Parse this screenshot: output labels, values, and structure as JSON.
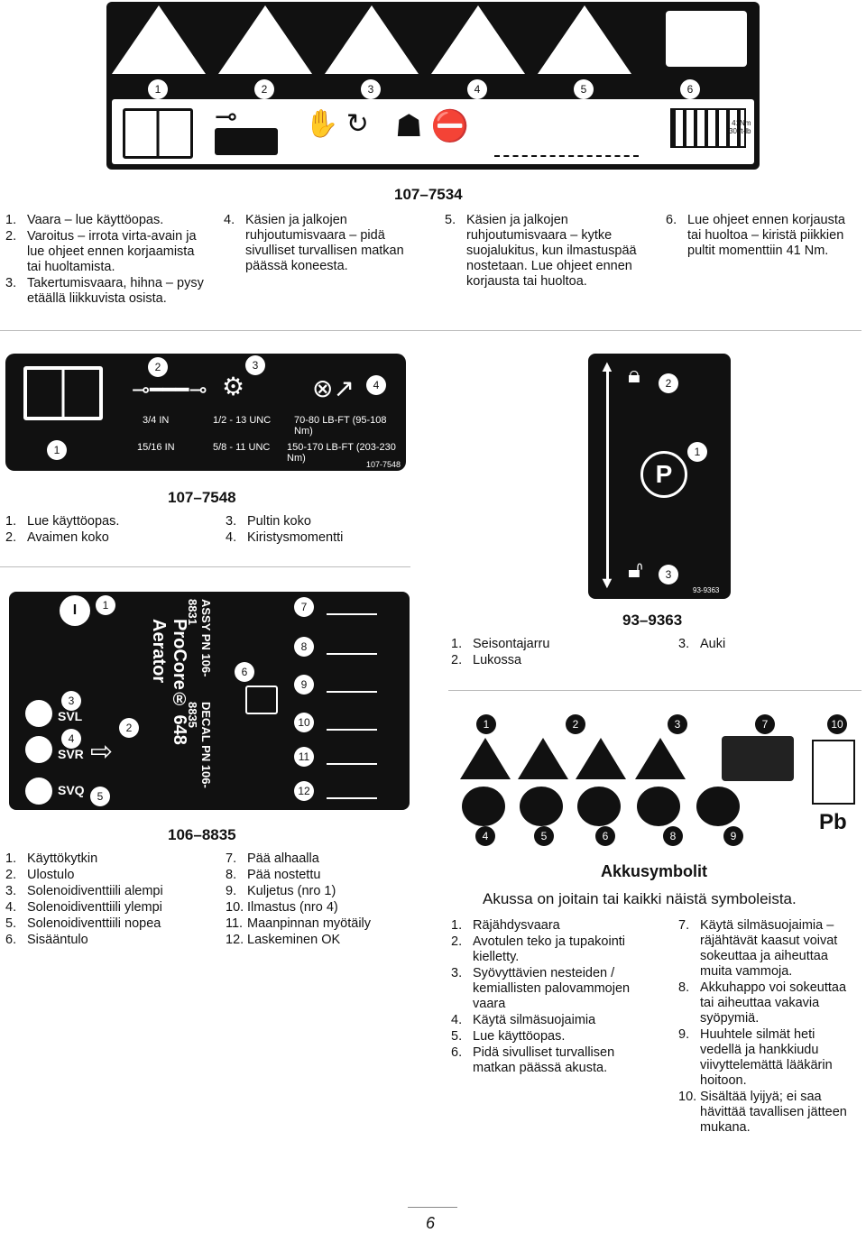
{
  "decal_107_7534": {
    "id": "107–7534",
    "numbers": [
      "1",
      "2",
      "3",
      "4",
      "5",
      "6"
    ],
    "torque_label_1": "41Nm",
    "torque_label_2": "30 ft-lb",
    "part_code": "107-7534",
    "items_col1": [
      {
        "n": "1.",
        "t": "Vaara – lue käyttöopas."
      },
      {
        "n": "2.",
        "t": "Varoitus – irrota virta-avain ja lue ohjeet ennen korjaamista tai huoltamista."
      },
      {
        "n": "3.",
        "t": "Takertumisvaara, hihna – pysy etäällä liikkuvista osista."
      }
    ],
    "items_col2": [
      {
        "n": "4.",
        "t": "Käsien ja jalkojen ruhjoutumisvaara – pidä sivulliset turvallisen matkan päässä koneesta."
      }
    ],
    "items_col3": [
      {
        "n": "5.",
        "t": "Käsien ja jalkojen ruhjoutumisvaara – kytke suojalukitus, kun ilmastuspää nostetaan. Lue ohjeet ennen korjausta tai huoltoa."
      }
    ],
    "items_col4": [
      {
        "n": "6.",
        "t": "Lue ohjeet ennen korjausta tai huoltoa – kiristä piikkien pultit momenttiin 41 Nm."
      }
    ]
  },
  "decal_107_7548": {
    "id": "107–7548",
    "numbers": [
      "1",
      "2",
      "3",
      "4"
    ],
    "row1": {
      "size": "3/4 IN",
      "bolt": "1/2 - 13 UNC",
      "torque": "70-80 LB-FT (95-108 Nm)"
    },
    "row2": {
      "size": "15/16 IN",
      "bolt": "5/8 - 11 UNC",
      "torque": "150-170 LB-FT (203-230 Nm)"
    },
    "part_code": "107-7548",
    "items_left": [
      {
        "n": "1.",
        "t": "Lue käyttöopas."
      },
      {
        "n": "2.",
        "t": "Avaimen koko"
      }
    ],
    "items_right": [
      {
        "n": "3.",
        "t": "Pultin koko"
      },
      {
        "n": "4.",
        "t": "Kiristysmomentti"
      }
    ]
  },
  "decal_93_9363": {
    "id": "93–9363",
    "numbers": [
      "2",
      "1",
      "3"
    ],
    "part_code": "93-9363",
    "items_left": [
      {
        "n": "1.",
        "t": "Seisontajarru"
      },
      {
        "n": "2.",
        "t": "Lukossa"
      }
    ],
    "items_right": [
      {
        "n": "3.",
        "t": "Auki"
      }
    ]
  },
  "decal_106_8835": {
    "id": "106–8835",
    "brand": "ProCore® 648 Aerator",
    "assy": "ASSY PN 106-8831",
    "decal_pn": "DECAL PN 106-8835",
    "labels": {
      "svl": "SVL",
      "svr": "SVR",
      "svq": "SVQ",
      "i": "I"
    },
    "numbers": [
      "1",
      "2",
      "3",
      "4",
      "5",
      "6",
      "7",
      "8",
      "9",
      "10",
      "11",
      "12"
    ],
    "items_left": [
      {
        "n": "1.",
        "t": "Käyttökytkin"
      },
      {
        "n": "2.",
        "t": "Ulostulo"
      },
      {
        "n": "3.",
        "t": "Solenoidiventtiili alempi"
      },
      {
        "n": "4.",
        "t": "Solenoidiventtiili ylempi"
      },
      {
        "n": "5.",
        "t": "Solenoidiventtiili nopea"
      },
      {
        "n": "6.",
        "t": "Sisääntulo"
      }
    ],
    "items_right": [
      {
        "n": "7.",
        "t": "Pää alhaalla"
      },
      {
        "n": "8.",
        "t": "Pää nostettu"
      },
      {
        "n": "9.",
        "t": "Kuljetus (nro 1)"
      },
      {
        "n": "10.",
        "t": "Ilmastus (nro 4)"
      },
      {
        "n": "11.",
        "t": "Maanpinnan myötäily"
      },
      {
        "n": "12.",
        "t": "Laskeminen OK"
      }
    ]
  },
  "battery": {
    "numbers_top": [
      "1",
      "2",
      "3",
      "7",
      "10"
    ],
    "numbers_bottom": [
      "4",
      "5",
      "6",
      "8",
      "9"
    ],
    "pb": "Pb",
    "title": "Akkusymbolit",
    "subtitle": "Akussa on joitain tai kaikki näistä symboleista.",
    "items_left": [
      {
        "n": "1.",
        "t": "Räjähdysvaara"
      },
      {
        "n": "2.",
        "t": "Avotulen teko ja tupakointi kielletty."
      },
      {
        "n": "3.",
        "t": "Syövyttävien nesteiden / kemiallisten palovammojen vaara"
      },
      {
        "n": "4.",
        "t": "Käytä silmäsuojaimia"
      },
      {
        "n": "5.",
        "t": "Lue käyttöopas."
      },
      {
        "n": "6.",
        "t": "Pidä sivulliset turvallisen matkan päässä akusta."
      }
    ],
    "items_right": [
      {
        "n": "7.",
        "t": "Käytä silmäsuojaimia – räjähtävät kaasut voivat sokeuttaa ja aiheuttaa muita vammoja."
      },
      {
        "n": "8.",
        "t": "Akkuhappo voi sokeuttaa tai aiheuttaa vakavia syöpymiä."
      },
      {
        "n": "9.",
        "t": "Huuhtele silmät heti vedellä ja hankkiudu viivyttelemättä lääkärin hoitoon."
      },
      {
        "n": "10.",
        "t": "Sisältää lyijyä; ei saa hävittää tavallisen jätteen mukana."
      }
    ]
  },
  "page_number": "6"
}
